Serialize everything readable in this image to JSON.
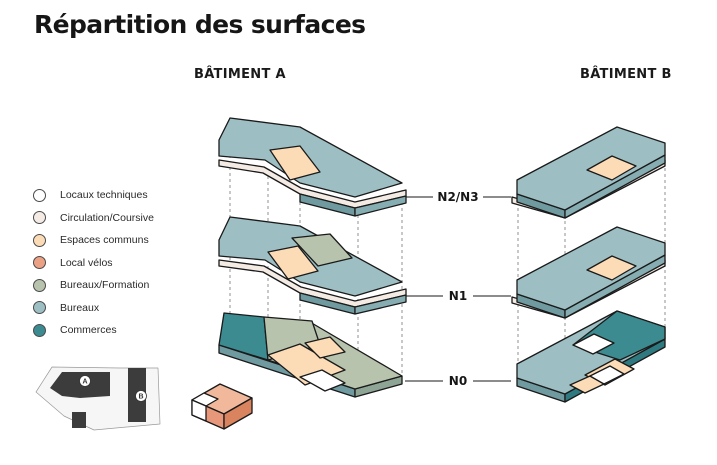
{
  "title": "Répartition des surfaces",
  "buildings": {
    "a": "BÂTIMENT A",
    "b": "BÂTIMENT B"
  },
  "levels": {
    "n2n3": "N2/N3",
    "n1": "N1",
    "n0": "N0"
  },
  "site_plan": {
    "a": "A",
    "b": "B"
  },
  "legend": [
    {
      "label": "Locaux techniques",
      "color": "#ffffff"
    },
    {
      "label": "Circulation/Coursive",
      "color": "#f4ebe4"
    },
    {
      "label": "Espaces communs",
      "color": "#fcdcb6"
    },
    {
      "label": "Local vélos",
      "color": "#eba184"
    },
    {
      "label": "Bureaux/Formation",
      "color": "#b7c3ad"
    },
    {
      "label": "Bureaux",
      "color": "#9dbfc3"
    },
    {
      "label": "Commerces",
      "color": "#3b8b90"
    }
  ]
}
